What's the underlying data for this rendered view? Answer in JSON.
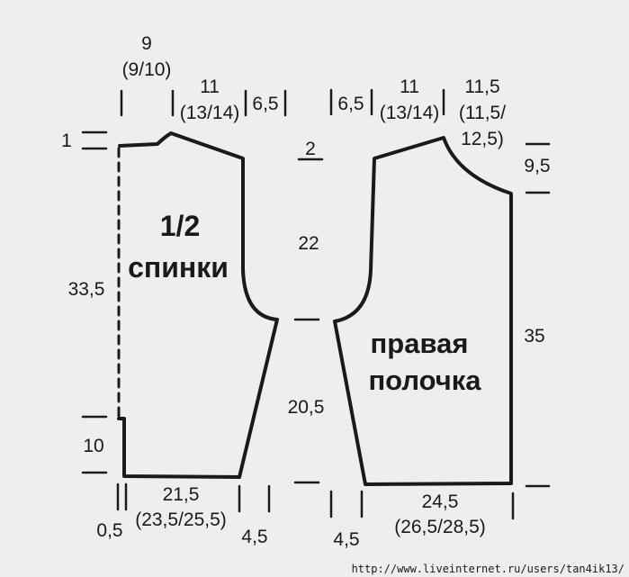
{
  "back": {
    "title_fraction": "1/2",
    "title_word": "спинки",
    "top_width": "9",
    "top_width_sizes": "(9/10)",
    "shoulder": "11",
    "shoulder_sizes": "(13/14)",
    "neck": "6,5",
    "shoulder_drop": "1",
    "height_main": "33,5",
    "slit_height": "10",
    "hem_width": "21,5",
    "hem_width_sizes": "(23,5/25,5)",
    "hem_offset": "0,5",
    "side_offset": "4,5"
  },
  "center": {
    "neck_drop": "2",
    "armhole_height": "22",
    "side_height": "20,5"
  },
  "front": {
    "title_line1": "правая",
    "title_line2": "полочка",
    "neck": "6,5",
    "shoulder": "11",
    "shoulder_sizes": "(13/14)",
    "top_right": "11,5",
    "top_right_sizes_1": "(11,5/",
    "top_right_sizes_2": "12,5)",
    "neck_depth": "9,5",
    "height": "35",
    "hem_width": "24,5",
    "hem_width_sizes": "(26,5/28,5)",
    "side_offset": "4,5"
  },
  "watermark": "http://www.liveinternet.ru/users/tan4ik13/",
  "colors": {
    "background": "#efeeec",
    "ink": "#1a1a1a"
  }
}
